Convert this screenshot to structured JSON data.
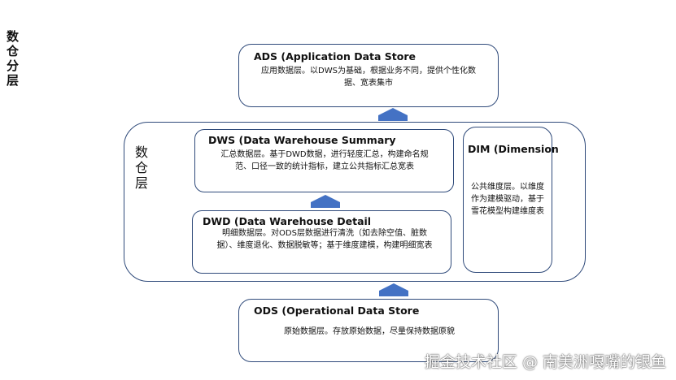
{
  "side_title": "数仓分层",
  "layer_label": "数仓层",
  "ads": {
    "title": "ADS (Application Data Store",
    "desc": "应用数据层。以DWS为基础，根据业务不同，提供个性化数据、宽表集市"
  },
  "dws": {
    "title": "DWS (Data Warehouse Summary",
    "desc": "汇总数据层。基于DWD数据，进行轻度汇总，构建命名规范、口径一致的统计指标，建立公共指标汇总宽表"
  },
  "dim": {
    "title": "DIM (Dimension",
    "desc": "公共维度层。以维度作为建模驱动，基于雪花模型构建维度表"
  },
  "dwd": {
    "title": "DWD (Data Warehouse Detail",
    "desc": "明细数据层。对ODS层数据进行清洗（如去除空值、脏数据）、维度退化、数据脱敏等；基于维度建模，构建明细宽表"
  },
  "ods": {
    "title": "ODS (Operational Data Store",
    "desc": "原始数据层。存放原始数据，尽量保持数据原貌"
  },
  "watermark": "掘金技术社区 @ 南美洲嘎嘴的银鱼",
  "colors": {
    "border": "#2f4a7a",
    "arrow": "#4472c4"
  }
}
